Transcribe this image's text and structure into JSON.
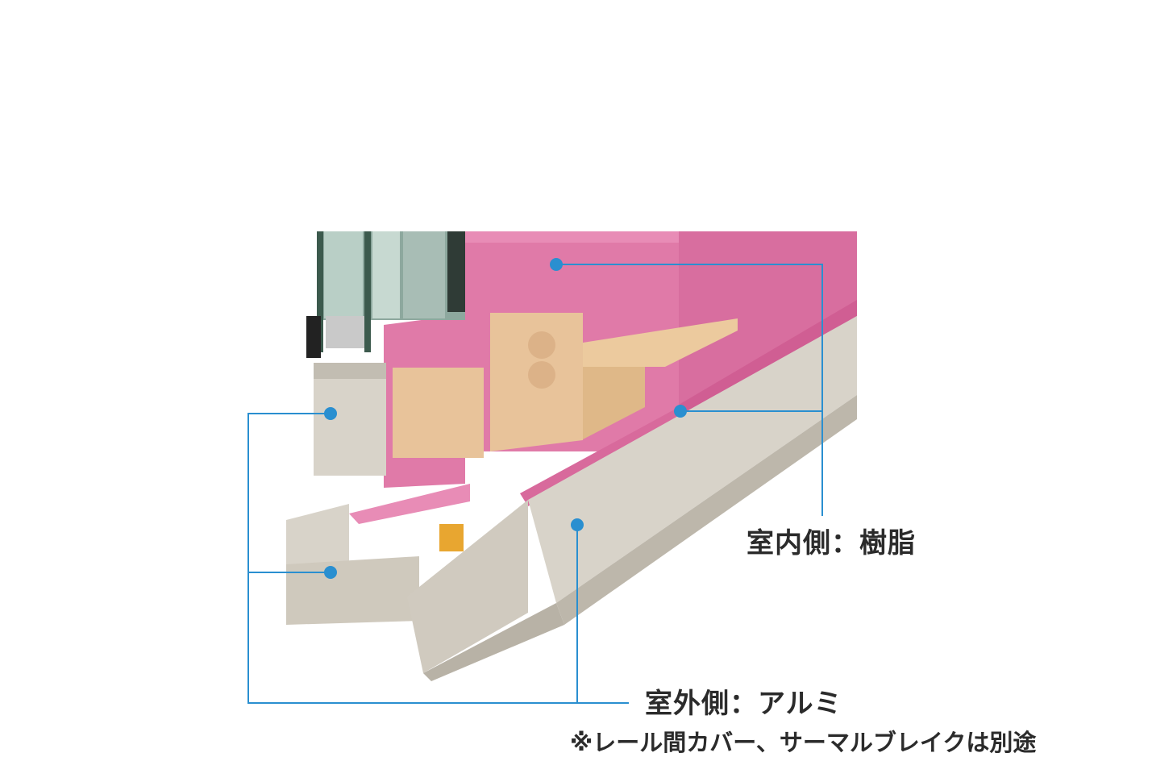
{
  "labels": {
    "inner": "室内側：樹脂",
    "outer": "室外側：アルミ",
    "note": "※レール間カバー、サーマルブレイクは別途"
  },
  "colors": {
    "resin": "#e07aa8",
    "resin_dark": "#c85b8d",
    "aluminum": "#d8d3c9",
    "aluminum_dark": "#b8b2a6",
    "block": "#e8c39a",
    "callout": "#2a8fd0",
    "glass": "#9fb7ae"
  }
}
